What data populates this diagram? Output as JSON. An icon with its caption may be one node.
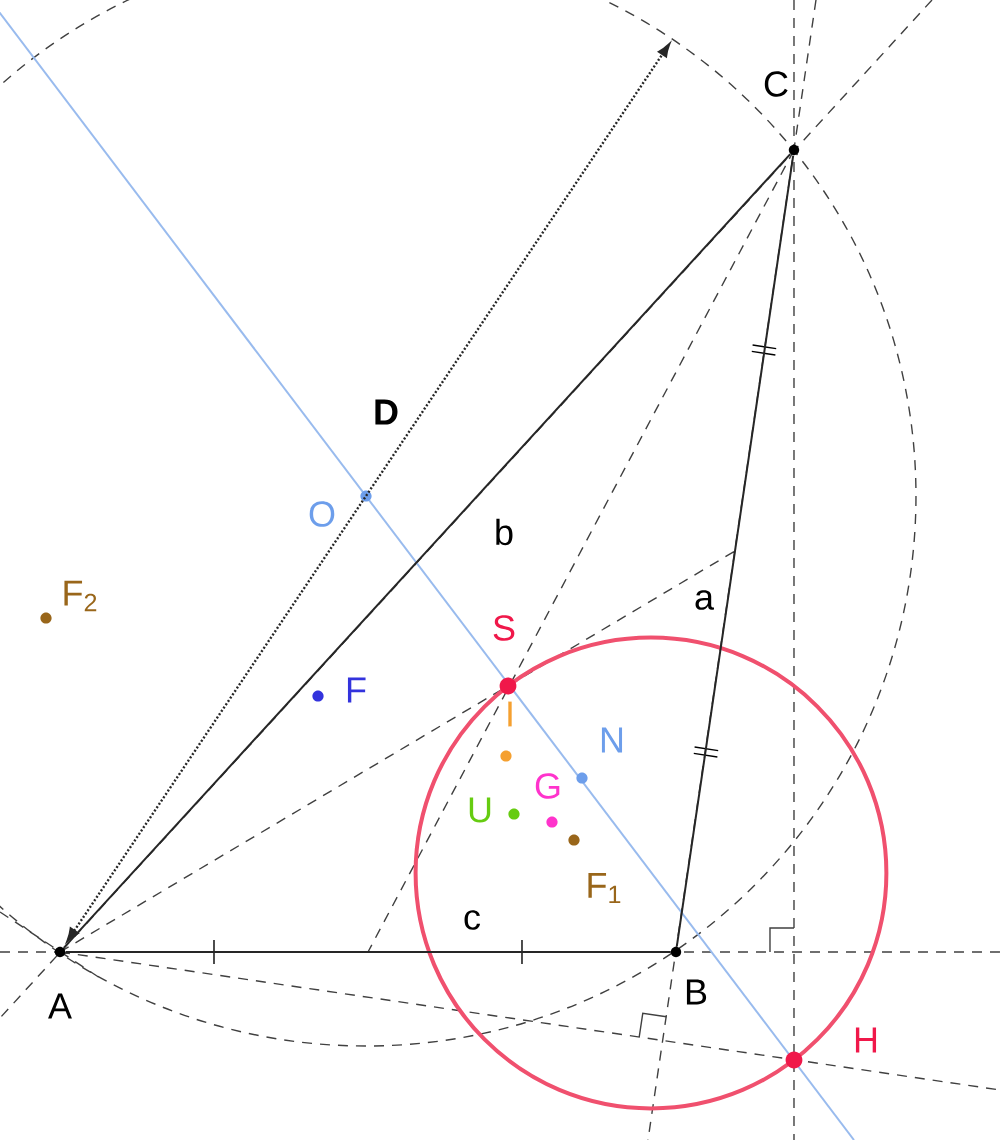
{
  "diagram": {
    "nodes": [
      {
        "text": [
          "C"
        ]
      },
      {
        "text": [
          "O"
        ]
      },
      {
        "text": [
          "F$_{2}$"
        ]
      },
      {
        "text": [
          "S"
        ]
      },
      {
        "text": [
          "F"
        ]
      },
      {
        "text": [
          "I"
        ]
      },
      {
        "text": [
          "N"
        ]
      },
      {
        "text": [
          "U"
        ]
      },
      {
        "text": [
          "G"
        ]
      },
      {
        "text": [
          "F$_{1}$"
        ]
      },
      {
        "text": [
          "A"
        ]
      },
      {
        "text": [
          "B"
        ]
      },
      {
        "text": [
          "H"
        ]
      }
    ],
    "edges": [
      {
        "from": 10,
        "to": 11,
        "arrow": "none",
        "label": "c"
      },
      {
        "from": 11,
        "to": 0,
        "arrow": "none",
        "label": "a"
      },
      {
        "from": 10,
        "to": 0,
        "arrow": "none",
        "label": "b"
      },
      {
        "from": 10,
        "to": null,
        "arrow": "both",
        "label": "D",
        "style": "dashed"
      }
    ]
  }
}
